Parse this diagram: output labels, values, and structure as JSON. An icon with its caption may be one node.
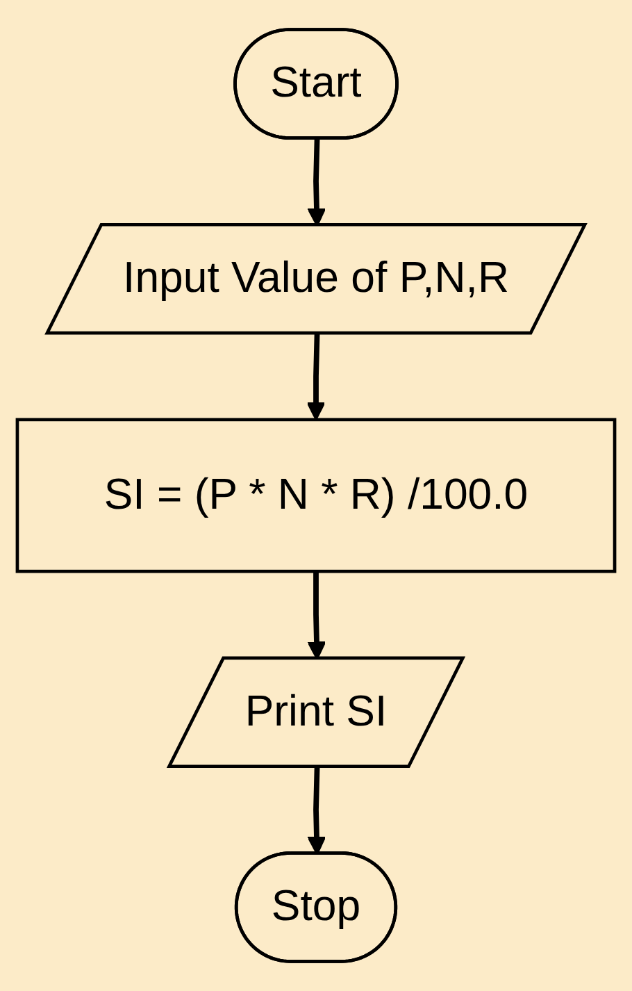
{
  "diagram": {
    "nodes": [
      {
        "text": [
          "Start"
        ]
      },
      {
        "text": [
          "Input Value of P,N,R"
        ]
      },
      {
        "text": [
          "SI = (P * N * R) /100.0"
        ]
      },
      {
        "text": [
          "Print SI"
        ]
      },
      {
        "text": [
          "Stop"
        ]
      }
    ],
    "edges": [
      {
        "from": 0,
        "to": 1,
        "arrow": "to"
      },
      {
        "from": 1,
        "to": 2,
        "arrow": "to"
      },
      {
        "from": 2,
        "to": 3,
        "arrow": "to"
      },
      {
        "from": 3,
        "to": 4,
        "arrow": "to"
      }
    ]
  }
}
